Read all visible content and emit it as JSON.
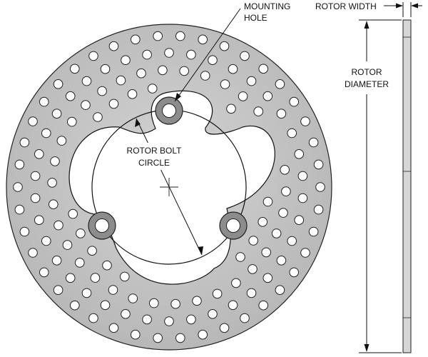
{
  "labels": {
    "mounting_hole_line1": "MOUNTING",
    "mounting_hole_line2": "HOLE",
    "rotor_width": "ROTOR WIDTH",
    "rotor_diameter_line1": "ROTOR",
    "rotor_diameter_line2": "DIAMETER",
    "bolt_circle_line1": "ROTOR BOLT",
    "bolt_circle_line2": "CIRCLE"
  },
  "colors": {
    "rotor_face": "#bdbdbd",
    "rotor_face_light": "#cfcfcf",
    "outline": "#222222",
    "hole_fill": "#ffffff",
    "mounting_ring": "#8c8c8c",
    "edge_view": "#d6d6d6"
  }
}
